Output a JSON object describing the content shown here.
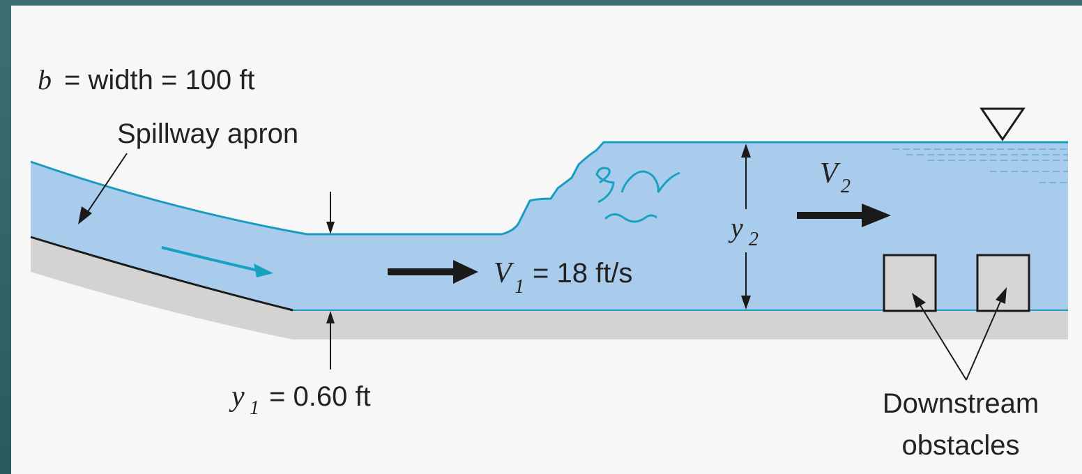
{
  "labels": {
    "width_prefix": "b",
    "width_text": "= width = 100 ft",
    "spillway": "Spillway apron",
    "v1_sym": "V",
    "v1_sub": "1",
    "v1_text": "= 18 ft/s",
    "y1_sym": "y",
    "y1_sub": "1",
    "y1_text": "= 0.60 ft",
    "v2_sym": "V",
    "v2_sub": "2",
    "y2_sym": "y",
    "y2_sub": "2",
    "downstream_line1": "Downstream",
    "downstream_line2": "obstacles"
  },
  "colors": {
    "water": "#a9ccec",
    "water_surface": "#1a9bc0",
    "ground": "#d3d3d3",
    "obstacle": "#d6d6d6",
    "ink": "#1a1a1a",
    "turbulence": "#18a2c2"
  },
  "icons": {
    "water_level": "inverted-triangle-icon"
  }
}
